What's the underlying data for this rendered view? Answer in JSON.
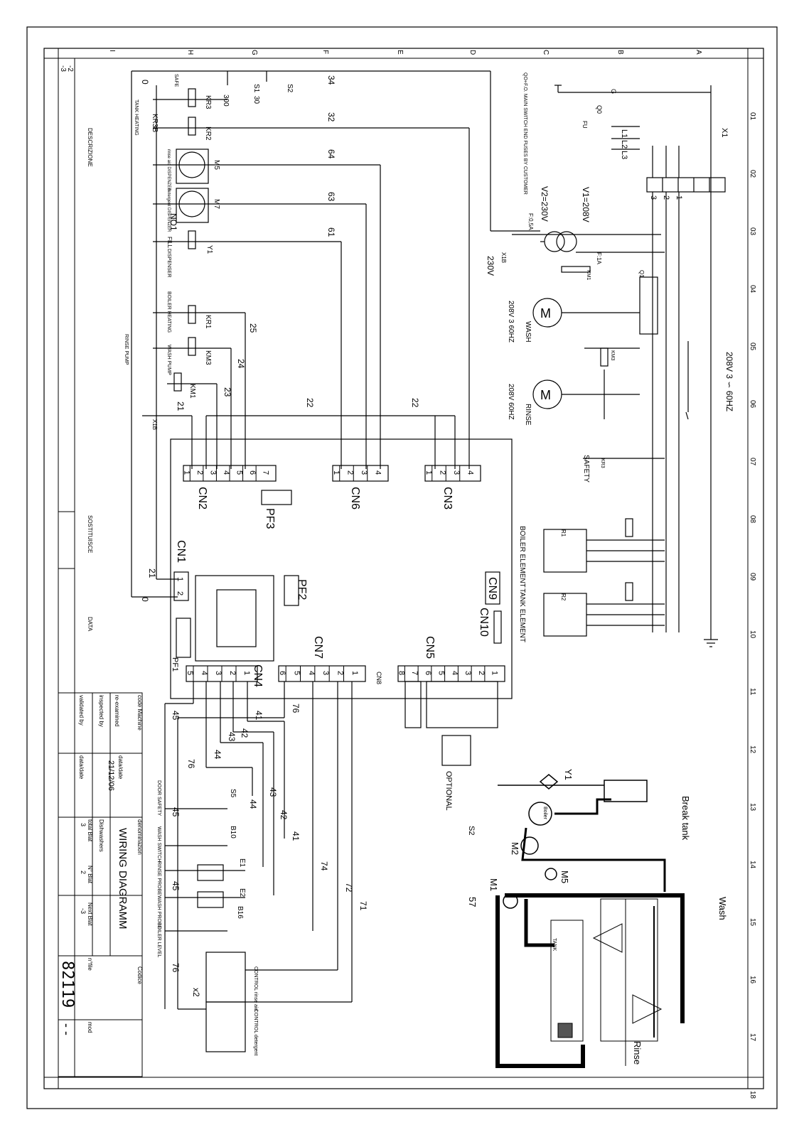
{
  "sheet": {
    "row_letters": [
      "A",
      "B",
      "C",
      "D",
      "E",
      "F",
      "G",
      "H",
      "I"
    ],
    "col_numbers": [
      "01",
      "02",
      "03",
      "04",
      "05",
      "06",
      "07",
      "08",
      "09",
      "10",
      "11",
      "12",
      "13",
      "14",
      "15",
      "16",
      "17",
      "18"
    ],
    "left_strip_labels": [
      "-3",
      "-2"
    ]
  },
  "power": {
    "x1": "X1",
    "supply": "208V 3 ∽ 60HZ",
    "terminals": [
      "1",
      "2",
      "3"
    ],
    "lines": [
      "L1",
      "L2",
      "L3"
    ],
    "ground": "G",
    "q0": "Q0",
    "fu": "FU",
    "q0_note": "QO+F.O. MAIN SWITCH END FUSES BY CUSTOMER",
    "v1": "V1=208V",
    "v2": "V2=230V",
    "fuse_05": "F:0,5A",
    "fuse_1": "F:1A",
    "x1b_top": "X1B",
    "v230": "230V"
  },
  "motors": {
    "wash": {
      "tag": "M1",
      "label": "WASH",
      "rating": "208V 3 60HZ",
      "contactor": "KM1",
      "q": "Q1"
    },
    "rinse": {
      "tag": "M2",
      "label": "RINSE",
      "rating": "208V 60HZ",
      "contactor": "KM3"
    },
    "safety": "SAFETY",
    "kr3": "KR3",
    "boiler_element": "BOILER ELEMENT",
    "tank_element": "TANK ELEMENT",
    "r1": "R1",
    "r2": "R2",
    "kr1": "KR1"
  },
  "relay_column": {
    "wire_numbers": [
      "34",
      "32",
      "64",
      "63",
      "61",
      "25",
      "24",
      "23",
      "22",
      "22",
      "21"
    ],
    "items": [
      {
        "tag": "S2",
        "value": "300"
      },
      {
        "tag": "S1",
        "value": "30"
      },
      {
        "tag": "KR3",
        "label": "SAFE"
      },
      {
        "tag": "KR3B",
        "label": "TANK HEATING"
      },
      {
        "tag": "KR2",
        "label": ""
      },
      {
        "tag": "M5",
        "label": "rinse aid DISPENZER"
      },
      {
        "tag": "M7",
        "label": "detergent DISPENZER"
      },
      {
        "tag": "Y1",
        "label": "FILL"
      },
      {
        "tag": "KR1",
        "label": "BOILER HEATING"
      },
      {
        "tag": "KM3",
        "label": "WASH PUMP"
      },
      {
        "tag": "KM1",
        "label": "RINSE PUMP"
      }
    ],
    "no1": "NO1",
    "dispenser": "DISPENSER",
    "x1b": "X1B",
    "zero": "0"
  },
  "board": {
    "connectors": {
      "cn1": {
        "name": "CN1",
        "pins": [
          "1",
          "2"
        ]
      },
      "cn2": {
        "name": "CN2",
        "pins": [
          "1",
          "2",
          "3",
          "4",
          "5",
          "6",
          "7"
        ]
      },
      "cn3": {
        "name": "CN3",
        "pins": [
          "1",
          "2",
          "3",
          "4"
        ]
      },
      "cn4": {
        "name": "CN4",
        "pins": [
          "5",
          "4",
          "3",
          "2",
          "1"
        ]
      },
      "cn5": {
        "name": "CN5",
        "pins": [
          "8",
          "7",
          "6",
          "5",
          "4",
          "3",
          "2",
          "1"
        ]
      },
      "cn6": {
        "name": "CN6",
        "pins": [
          "1",
          "2",
          "3",
          "4"
        ]
      },
      "cn7": {
        "name": "CN7",
        "pins": [
          "6",
          "5",
          "4",
          "3",
          "2",
          "1"
        ]
      },
      "cn8": "CN8",
      "cn9": "CN9",
      "cn10": "CN10"
    },
    "pf1": "PF1",
    "pf2": "PF2",
    "pf3": "PF3",
    "optional": "OPTIONAL",
    "wire_21": "21",
    "wire_0": "0"
  },
  "sensors": {
    "wire_numbers": [
      "45",
      "41",
      "76",
      "42",
      "43",
      "44",
      "76",
      "44",
      "43",
      "42",
      "41",
      "74",
      "72",
      "71",
      "45",
      "45",
      "76"
    ],
    "items": [
      {
        "tag": "S5",
        "label": "DOOR SAFETY"
      },
      {
        "tag": "B10",
        "label": "WASH SWITCH"
      },
      {
        "tag": "E1",
        "label": "RINSE PROBE"
      },
      {
        "tag": "E2",
        "label": "WASH PROBE"
      },
      {
        "tag": "B16",
        "label": "BOILER LEVEL"
      }
    ],
    "controls": [
      {
        "label": "CONTROL rinse aid"
      },
      {
        "label": "CONTROL detergent"
      }
    ],
    "x2": "x2"
  },
  "hydraulic": {
    "y1": "Y1",
    "break_tank": "Break tank",
    "boiler": "Boiler",
    "m2": "M2",
    "m5": "M5",
    "m1": "M1",
    "wash": "Wash",
    "rinse": "Rinse",
    "tank": "TANK",
    "s2": "S2",
    "n57": "57"
  },
  "title_block": {
    "code_machine": "code Machine",
    "re_examined": "re-examined",
    "inspected_by": "inspected by",
    "validated_by": "validated by",
    "data_date": "data/date",
    "date_value": "21/12/06",
    "data_date2": "data/date",
    "denomination": "denominazion",
    "title": "WIRING DIAGRAMM",
    "dishwashers": "Dishwashers",
    "total_sheets": "total Blat",
    "total_val": "3",
    "n_sheet": "N° Blat",
    "n_val": "2",
    "next_sheet": "Next Blat",
    "next_val": "-3",
    "codice": "Codice",
    "n_file": "n°file",
    "file_num": "82119",
    "mod": "mod",
    "mod_val": "- -",
    "descrizione": "DESCRIZIONE",
    "sostituisce": "SOSTITUISCE",
    "data": "DATA"
  }
}
